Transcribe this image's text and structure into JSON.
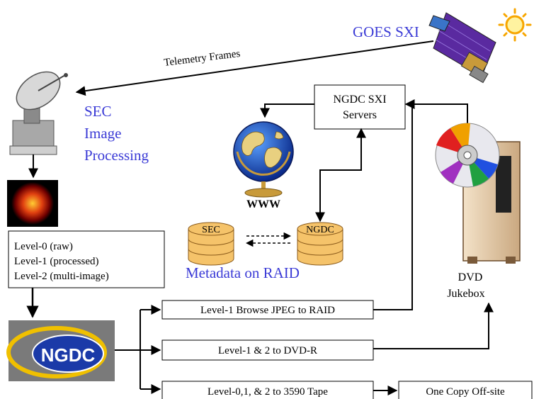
{
  "title": {
    "text": "GOES SXI"
  },
  "telemetry": {
    "label": "Telemetry Frames"
  },
  "sec_processing": {
    "line1": "SEC",
    "line2": "Image",
    "line3": "Processing"
  },
  "servers": {
    "line1": "NGDC SXI",
    "line2": "Servers"
  },
  "www": {
    "label": "WWW"
  },
  "metadata": {
    "sec": "SEC",
    "ngdc": "NGDC",
    "caption": "Metadata on RAID"
  },
  "levels": {
    "level0": "Level-0 (raw)",
    "level1": "Level-1 (processed)",
    "level2": "Level-2 (multi-image)"
  },
  "dvd": {
    "line1": "DVD",
    "line2": "Jukebox"
  },
  "outputs": {
    "browse": "Level-1 Browse JPEG to RAID",
    "dvdr": "Level-1 & 2 to DVD-R",
    "tape": "Level-0,1, & 2 to 3590 Tape",
    "offsite": "One Copy Off-site"
  },
  "logo": {
    "text": "NGDC"
  },
  "colors": {
    "accent_text": "#3b3bd6",
    "disk_fill": "#f5c36a",
    "disk_stroke": "#8a5a1a",
    "line": "#000000",
    "sun": "#f7a600"
  }
}
